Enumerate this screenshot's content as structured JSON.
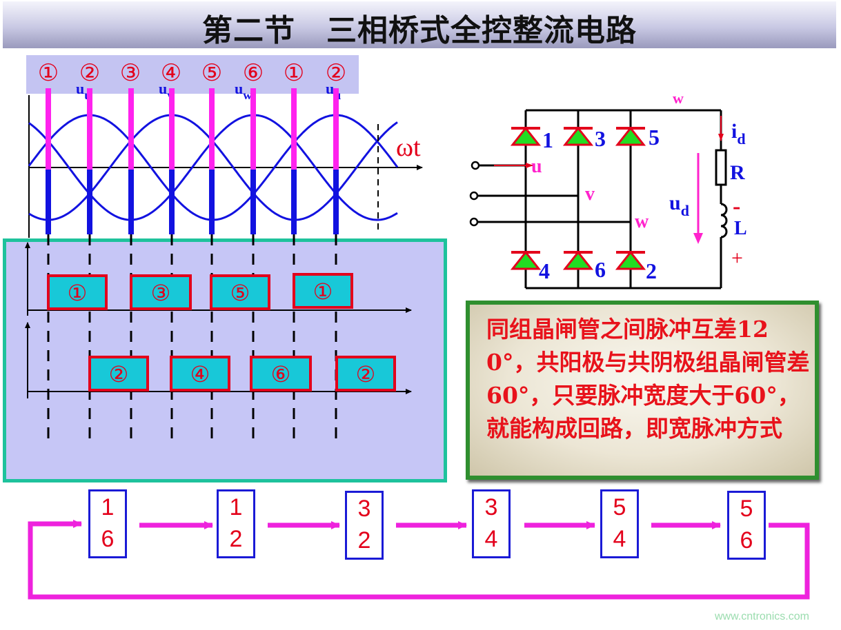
{
  "title": "第二节　三相桥式全控整流电路",
  "phase_markers": [
    "①",
    "②",
    "③",
    "④",
    "⑤",
    "⑥",
    "①",
    "②"
  ],
  "waveform": {
    "series_labels": [
      "u",
      "u",
      "u",
      "u"
    ],
    "series_subscripts": [
      "u",
      "v",
      "w",
      "u"
    ],
    "axis_label": "ωt"
  },
  "pulses": {
    "top_row": [
      "①",
      "③",
      "⑤",
      "①"
    ],
    "bottom_row": [
      "②",
      "④",
      "⑥",
      "②"
    ]
  },
  "circuit": {
    "thyristors_top": [
      "1",
      "3",
      "5"
    ],
    "thyristors_bottom": [
      "4",
      "6",
      "2"
    ],
    "phases": [
      "u",
      "v",
      "w"
    ],
    "current_label": "i",
    "current_subscript": "d",
    "voltage_label": "u",
    "voltage_subscript": "d",
    "resistor_label": "R",
    "inductor_label": "L",
    "minus": "-",
    "plus": "+",
    "top_mark": "w"
  },
  "note": "同组晶闸管之间脉冲互差120°，共阳极与共阴极组晶闸管差60°，只要脉冲宽度大于60°，就能构成回路，即宽脉冲方式",
  "sequence": [
    {
      "top": "1",
      "bottom": "6"
    },
    {
      "top": "1",
      "bottom": "2"
    },
    {
      "top": "3",
      "bottom": "2"
    },
    {
      "top": "3",
      "bottom": "4"
    },
    {
      "top": "5",
      "bottom": "4"
    },
    {
      "top": "5",
      "bottom": "6"
    }
  ],
  "watermark": "www.cntronics.com",
  "colors": {
    "magenta": "#ff22ee",
    "blue": "#1212e0",
    "red": "#e3001b",
    "cyan_pulse": "#18c8d8",
    "panel": "#c6c6f6",
    "panel_border": "#1ec29c",
    "diode": "#22dd22"
  }
}
